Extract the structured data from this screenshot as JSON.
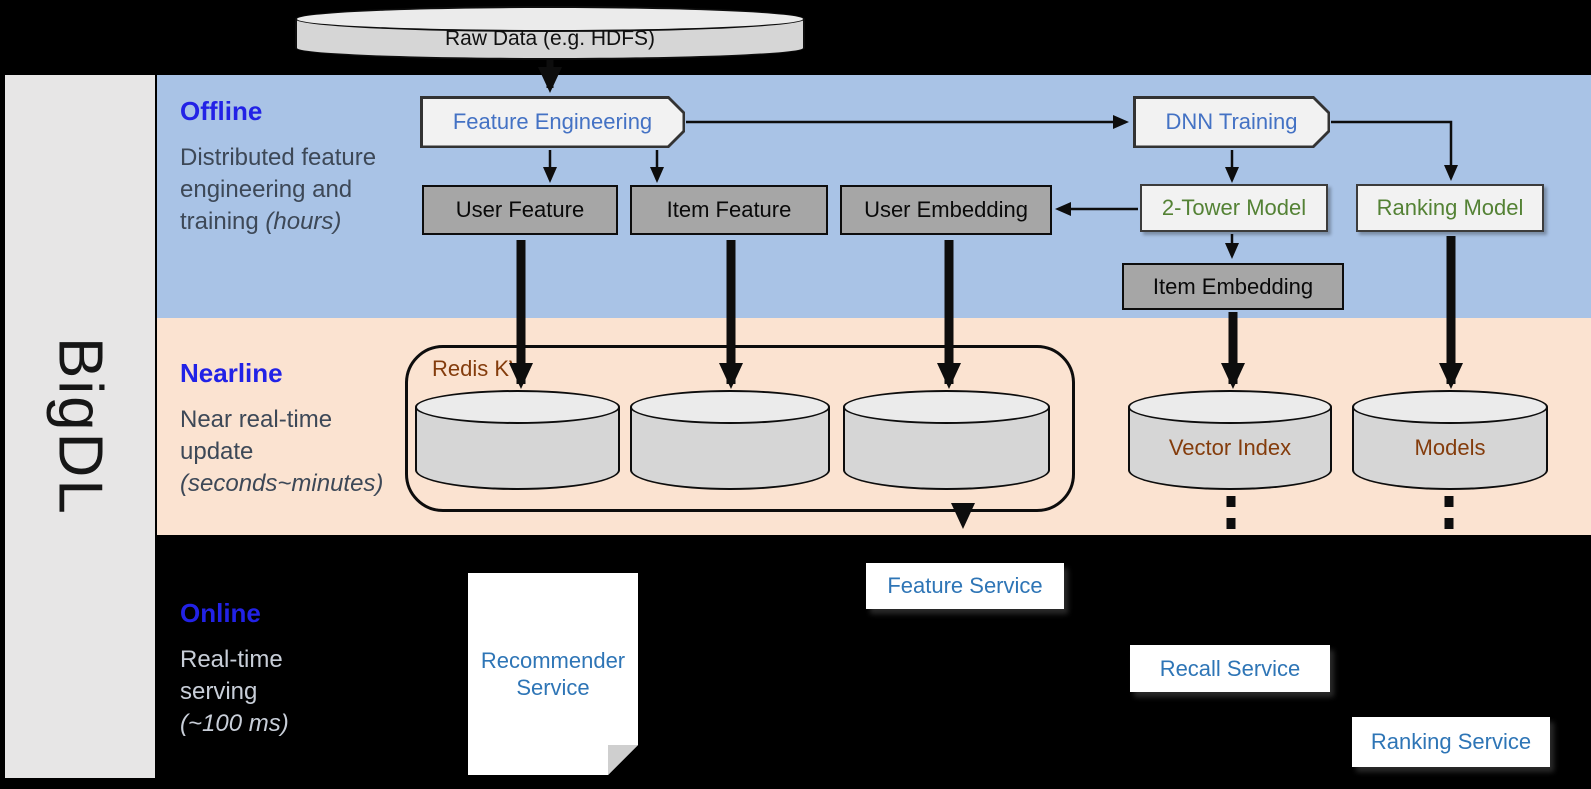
{
  "brand": "BigDL",
  "raw_data": {
    "label": "Raw Data (e.g. HDFS)"
  },
  "sections": {
    "offline": {
      "label": "Offline",
      "desc": "Distributed feature engineering and training",
      "desc_italic": "(hours)"
    },
    "nearline": {
      "label": "Nearline",
      "desc": "Near real-time update",
      "desc_italic": "(seconds~minutes)"
    },
    "online": {
      "label": "Online",
      "desc": "Real-time serving",
      "desc_italic": "(~100 ms)"
    }
  },
  "offline": {
    "feature_engineering": "Feature Engineering",
    "dnn_training": "DNN Training",
    "user_feature": "User Feature",
    "item_feature": "Item Feature",
    "user_embedding": "User Embedding",
    "two_tower_model": "2-Tower Model",
    "ranking_model": "Ranking Model",
    "item_embedding": "Item Embedding"
  },
  "nearline": {
    "redis_kv": "Redis KV",
    "vector_index": "Vector Index",
    "models": "Models"
  },
  "online": {
    "recommender_service": "Recommender Service",
    "feature_service": "Feature Service",
    "recall_service": "Recall Service",
    "ranking_service": "Ranking Service"
  },
  "colors": {
    "offline_band": "#a9c3e6",
    "nearline_band": "#fbe3d1",
    "section_label_blue": "#2222e6",
    "process_text_blue": "#4472c4",
    "model_text_green": "#548235",
    "datastore_text_brown": "#843c0c",
    "service_text_blue": "#2e75b6",
    "dark_box_gray": "#a6a6a6",
    "light_shape_gray": "#f2f2f2"
  }
}
